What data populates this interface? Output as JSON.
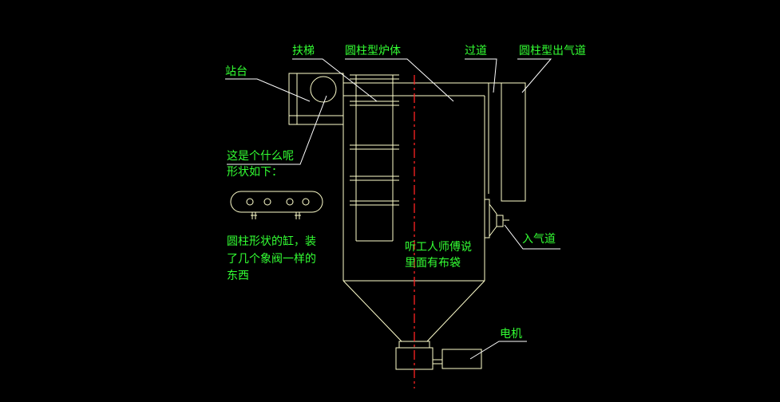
{
  "labels": {
    "platform": "站台",
    "ladder": "扶梯",
    "furnace": "圆柱型炉体",
    "passage": "过道",
    "outlet": "圆柱型出气道",
    "question_line1": "这是个什么呢",
    "question_line2": "形状如下：",
    "desc_line1": "圆柱形状的缸，装",
    "desc_line2": "了几个象阀一样的",
    "desc_line3": "东西",
    "worker_line1": "听工人师傅说",
    "worker_line2": "里面有布袋",
    "inlet": "入气道",
    "motor": "电机"
  },
  "colors": {
    "background": "#000000",
    "label_text": "#33ff33",
    "drawing_lines": "#ffffcc",
    "leader_lines": "#ffffff",
    "center_axis": "#ff2222"
  }
}
